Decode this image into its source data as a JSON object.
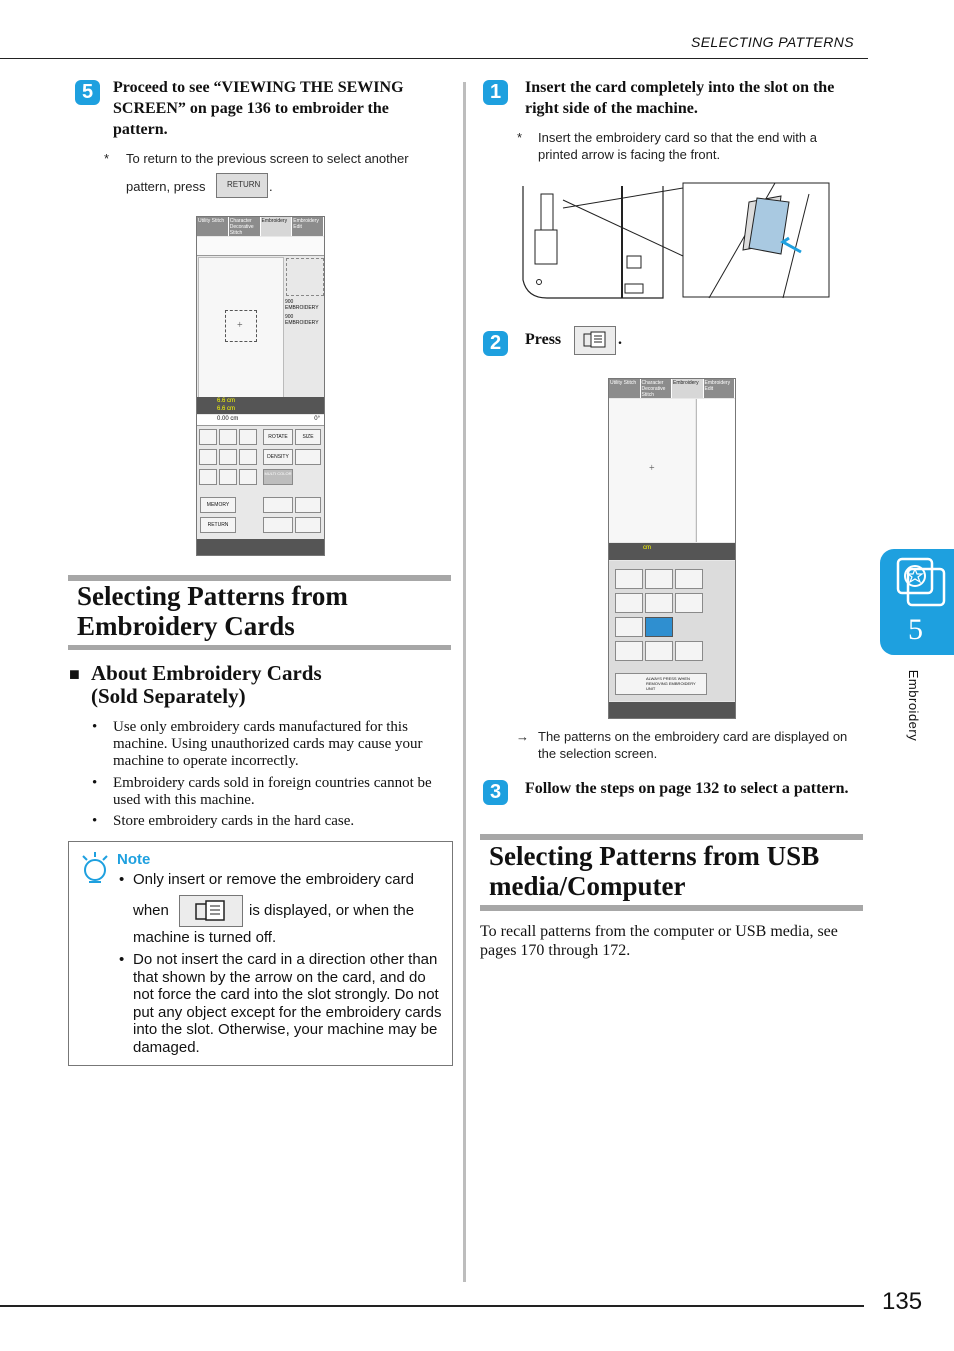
{
  "header": {
    "running_title": "SELECTING PATTERNS"
  },
  "left": {
    "step5": {
      "num": "5",
      "text": "Proceed to see “VIEWING THE SEWING SCREEN” on page 136 to embroider the pattern.",
      "note_star": "*",
      "note_line1": "To return to the previous screen to select another",
      "note_line2": "pattern, press",
      "note_end": ".",
      "return_label": "RETURN"
    },
    "screen1": {
      "tabs": [
        "Utility Stitch",
        "Character Decorative Stitch",
        "Embroidery",
        "Embroidery Edit"
      ],
      "size_w": "6.6 cm",
      "size_h": "6.6 cm",
      "coord": "0.00 cm",
      "angle": "0°",
      "thread1": "900 EMBROIDERY",
      "thread2": "900 EMBROIDERY",
      "btn_rotate": "ROTATE",
      "btn_size": "SIZE",
      "btn_density": "DENSITY",
      "btn_multicolor": "MULTI COLOR",
      "btn_memory": "MEMORY",
      "btn_return": "RETURN"
    },
    "section1_title_line1": "Selecting Patterns from",
    "section1_title_line2": "Embroidery Cards",
    "sub_heading_marker": "■",
    "sub_heading_line1": "About Embroidery Cards",
    "sub_heading_line2": "(Sold Separately)",
    "bullets": [
      "Use only embroidery cards manufactured for this machine. Using unauthorized cards may cause your machine to operate incorrectly.",
      "Embroidery cards sold in foreign countries cannot be used with this machine.",
      "Store embroidery cards in the hard case."
    ],
    "note": {
      "title": "Note",
      "b1_part1": "Only insert or remove the embroidery card",
      "b1_when": "when",
      "b1_part2": "is displayed, or when the",
      "b1_part3": "machine is turned off.",
      "b2": "Do not insert the card in a direction other than that shown by the arrow on the card, and do not force the card into the slot strongly. Do not put any object except for the embroidery cards into the slot. Otherwise, your machine may be damaged."
    }
  },
  "right": {
    "step1": {
      "num": "1",
      "text": "Insert the card completely into the slot on the right side of the machine.",
      "star": "*",
      "note": "Insert the embroidery card so that the end with a printed arrow is facing the front."
    },
    "step2": {
      "num": "2",
      "text": "Press",
      "end": "."
    },
    "screen2": {
      "tabs": [
        "Utility Stitch",
        "Character Decorative Stitch",
        "Embroidery",
        "Embroidery Edit"
      ],
      "notice": "ALWAYS PRESS WHEN REMOVING EMBROIDERY UNIT",
      "coord": "cm"
    },
    "result_arrow": "→",
    "result_text": "The patterns on the embroidery card are displayed on the selection screen.",
    "step3": {
      "num": "3",
      "text": "Follow the steps on page 132 to select a pattern."
    },
    "section2_title_line1": "Selecting Patterns from USB",
    "section2_title_line2": "media/Computer",
    "section2_body": "To recall patterns from the computer or USB media, see pages 170 through 172."
  },
  "side_tab": {
    "chapter": "5",
    "label": "Embroidery"
  },
  "footer": {
    "page_number": "135"
  },
  "colors": {
    "accent": "#1ea0df",
    "rule_gray": "#a7a7a7"
  }
}
